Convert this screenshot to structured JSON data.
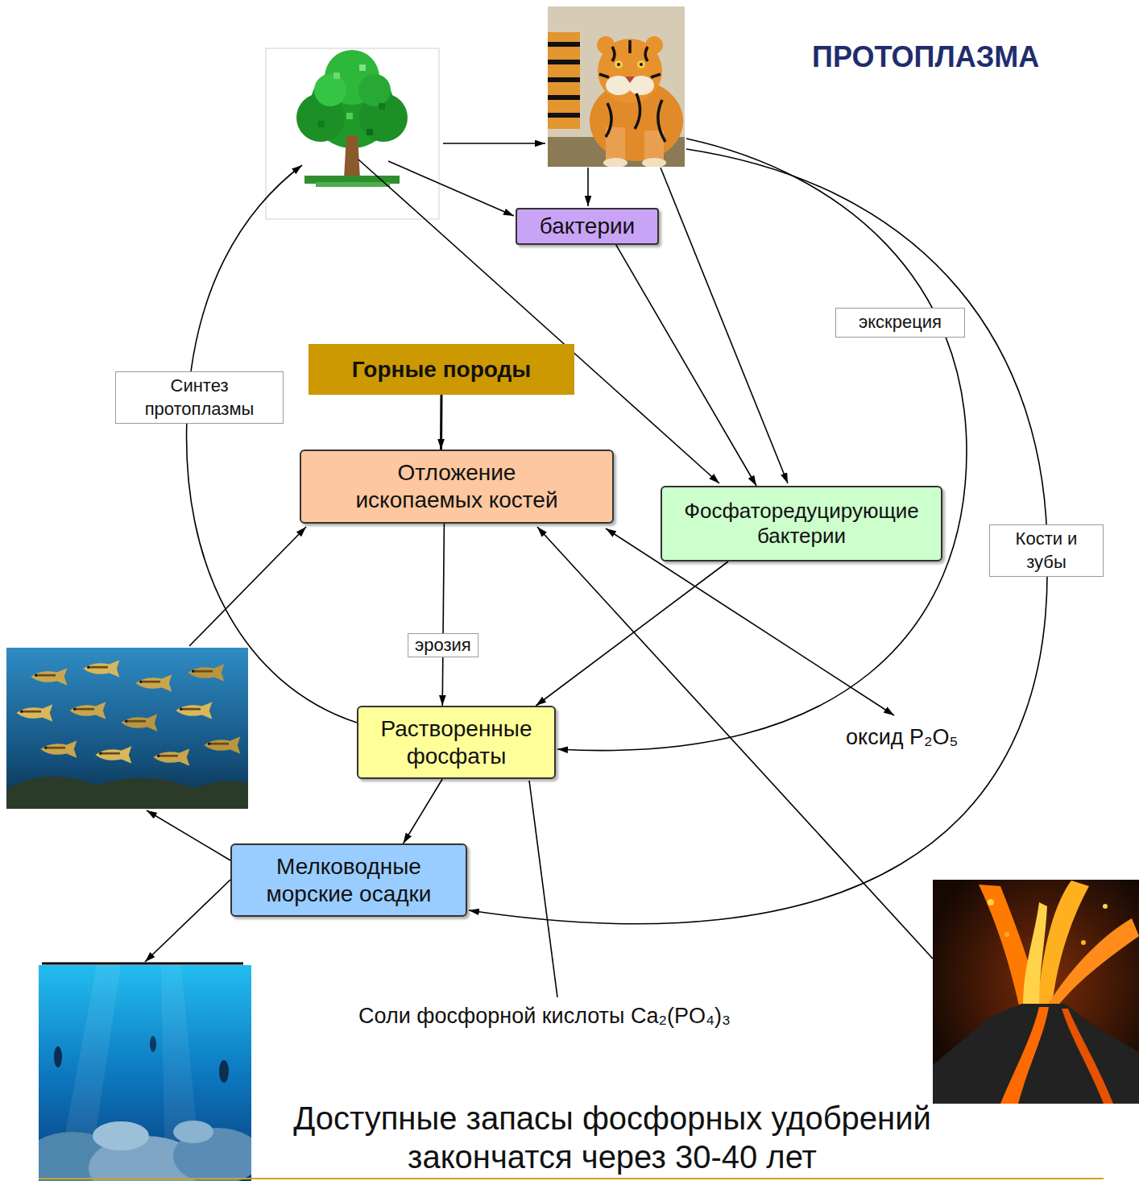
{
  "diagram": {
    "title": "ПРОТОПЛАЗМА",
    "caption": "Доступные запасы фосфорных удобрений закончатся через 30-40 лет",
    "nodes": [
      {
        "text": [
          "бактерии"
        ]
      },
      {
        "text": [
          "Горные породы"
        ]
      },
      {
        "text": [
          "Отложение ископаемых костей"
        ]
      },
      {
        "text": [
          "Фосфаторедуцирующие бактерии"
        ]
      },
      {
        "text": [
          "Растворенные фосфаты"
        ]
      },
      {
        "text": [
          "Мелководные морские осадки"
        ]
      }
    ],
    "edges": [
      {
        "from": 1,
        "to": 2,
        "arrow": "to"
      },
      {
        "from": 2,
        "to": 4,
        "label": "эрозия",
        "arrow": "to"
      },
      {
        "from": 0,
        "to": 3,
        "arrow": "to"
      },
      {
        "from": 3,
        "to": 4,
        "arrow": "to"
      },
      {
        "from": 4,
        "to": 5,
        "arrow": "to"
      }
    ],
    "labels": [
      "Синтез протоплазмы",
      "экскреция",
      "Кости и зубы",
      "оксид P₂O₅",
      "Соли фосфорной кислоты Ca₂(PO₄)₃"
    ]
  }
}
